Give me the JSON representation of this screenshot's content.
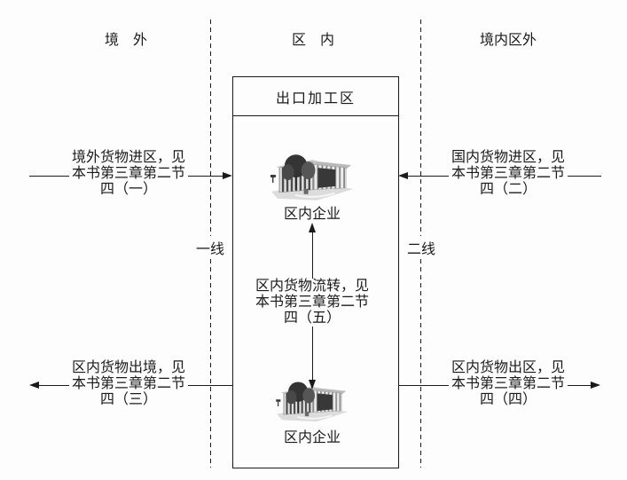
{
  "diagram": {
    "regions": {
      "outside_border": "境　外",
      "inside_zone": "区　内",
      "inside_border_outside_zone": "境内区外"
    },
    "zone_box_title": "出口加工区",
    "enterprise_top_label": "区内企业",
    "enterprise_bottom_label": "区内企业",
    "boundary_labels": {
      "first_line": "一线",
      "second_line": "二线"
    },
    "flows": {
      "top_left": {
        "lines": [
          "境外货物进区，见",
          "本书第三章第二节",
          "四（一）"
        ]
      },
      "top_right": {
        "lines": [
          "国内货物进区，见",
          "本书第三章第二节",
          "四（二）"
        ]
      },
      "center": {
        "lines": [
          "区内货物流转，见",
          "本书第三章第二节",
          "四（五）"
        ]
      },
      "bottom_left": {
        "lines": [
          "区内货物出境，见",
          "本书第三章第二节",
          "四（三）"
        ]
      },
      "bottom_right": {
        "lines": [
          "区内货物出区，见",
          "本书第三章第二节",
          "四（四）"
        ]
      }
    },
    "colors": {
      "ink": "#1a1a1a",
      "background": "#fdfdfd"
    }
  }
}
